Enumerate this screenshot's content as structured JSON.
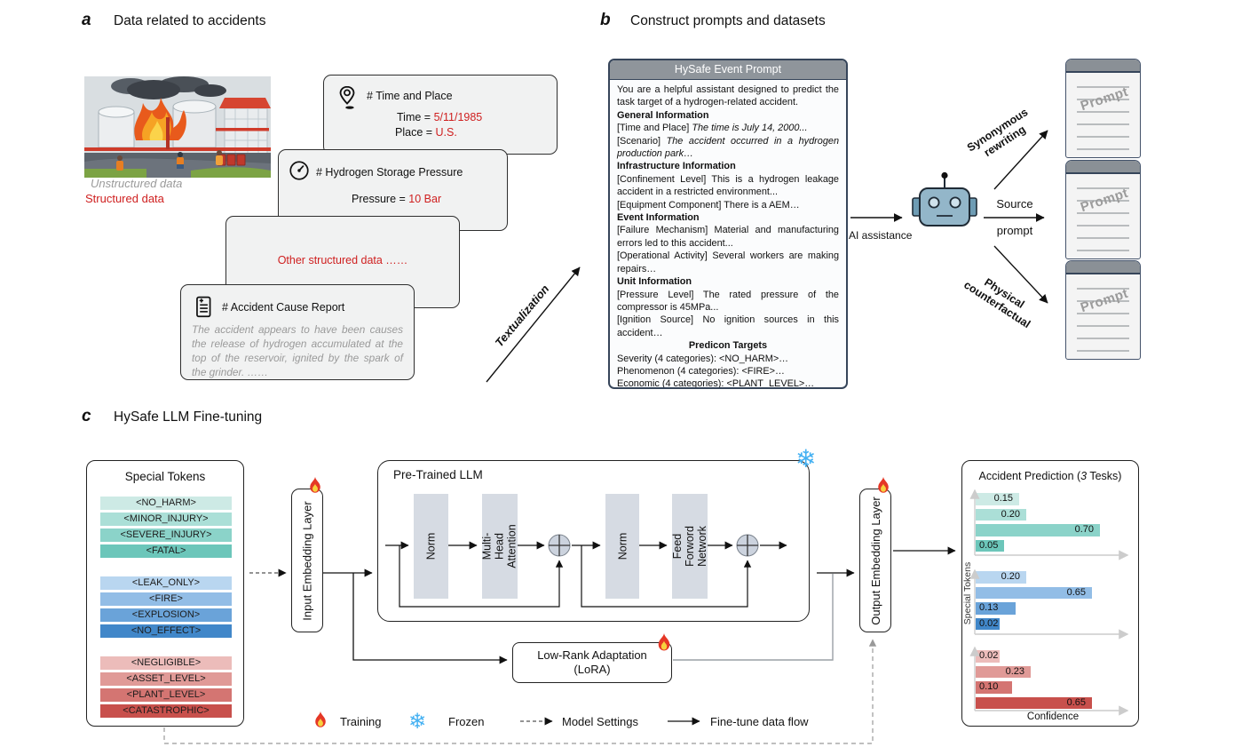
{
  "panel_a": {
    "label": "a",
    "title": "Data related to accidents",
    "unstructured_caption": "Unstructured data",
    "structured_caption": "Structured data",
    "textualization_label": "Textualization",
    "cards": {
      "time_place": {
        "title": "# Time and Place",
        "fields": [
          {
            "key": "Time =",
            "value": "5/11/1985"
          },
          {
            "key": "Place =",
            "value": "U.S."
          }
        ]
      },
      "pressure": {
        "title": "# Hydrogen Storage Pressure",
        "fields": [
          {
            "key": "Pressure =",
            "value": "10 Bar"
          }
        ]
      },
      "other": {
        "text": "Other structured data ……"
      },
      "cause_report": {
        "title": "# Accident Cause Report",
        "body": "The accident appears to have been causes the release of hydrogen accumulated at the top of the reservoir, ignited by the spark of the grinder. ……"
      }
    }
  },
  "panel_b": {
    "label": "b",
    "title": "Construct prompts and datasets",
    "prompt_box": {
      "header": "HySafe Event Prompt",
      "intro": "You are a helpful assistant designed to predict the task target of a hydrogen-related accident.",
      "sections": [
        {
          "heading": "General Information",
          "items": [
            {
              "tag": "[Time and Place]",
              "text": "The time is July 14, 2000...",
              "italic": true
            },
            {
              "tag": "[Scenario]",
              "text": "The accident occurred in a hydrogen production park…",
              "italic": true
            }
          ]
        },
        {
          "heading": "Infrastructure Information",
          "items": [
            {
              "tag": "[Confinement Level]",
              "text": "This is a hydrogen leakage accident in a restricted environment...",
              "italic": false
            },
            {
              "tag": "[Equipment Component]",
              "text": "There is a AEM…",
              "italic": false
            }
          ]
        },
        {
          "heading": "Event Information",
          "items": [
            {
              "tag": "[Failure Mechanism]",
              "text": "Material and manufacturing errors led to this accident...",
              "italic": false
            },
            {
              "tag": "[Operational Activity]",
              "text": "Several workers are making repairs…",
              "italic": false
            }
          ]
        },
        {
          "heading": "Unit Information",
          "items": [
            {
              "tag": "[Pressure Level]",
              "text": "The rated pressure of the compressor is 45MPa...",
              "italic": false
            },
            {
              "tag": "[Ignition Source]",
              "text": "No ignition sources in this accident…",
              "italic": false
            }
          ]
        }
      ],
      "targets_heading": "Predicon Targets",
      "targets": [
        "Severity (4 categories): <NO_HARM>…",
        "Phenomenon (4 categories): <FIRE>…",
        "Economic (4 categories): <PLANT_LEVEL>…"
      ]
    },
    "ai_label": "AI assistance",
    "arrow_up": {
      "line1": "Synonymous",
      "line2": "rewriting"
    },
    "arrow_mid": {
      "line1": "Source",
      "line2": "prompt"
    },
    "arrow_down": {
      "line1": "Physical",
      "line2": "counterfactual"
    },
    "note_label": "Prompt"
  },
  "panel_c": {
    "label": "c",
    "title": "HySafe LLM Fine-tuning",
    "special_tokens": {
      "title": "Special Tokens",
      "groups": [
        {
          "name": "severity",
          "tokens": [
            {
              "text": "<NO_HARM>",
              "color": "#cdeae5"
            },
            {
              "text": "<MINOR_INJURY>",
              "color": "#abdfd7"
            },
            {
              "text": "<SEVERE_INJURY>",
              "color": "#8bd3c9"
            },
            {
              "text": "<FATAL>",
              "color": "#6cc6ba"
            }
          ]
        },
        {
          "name": "phenomenon",
          "tokens": [
            {
              "text": "<LEAK_ONLY>",
              "color": "#b9d6f0"
            },
            {
              "text": "<FIRE>",
              "color": "#92bde6"
            },
            {
              "text": "<EXPLOSION>",
              "color": "#6aa3d9"
            },
            {
              "text": "<NO_EFFECT>",
              "color": "#4187c9"
            }
          ]
        },
        {
          "name": "economic",
          "tokens": [
            {
              "text": "<NEGLIGIBLE>",
              "color": "#ecbcba"
            },
            {
              "text": "<ASSET_LEVEL>",
              "color": "#e09a97"
            },
            {
              "text": "<PLANT_LEVEL>",
              "color": "#d47572"
            },
            {
              "text": "<CATASTROPHIC>",
              "color": "#c8504c"
            }
          ]
        }
      ]
    },
    "input_embedding": "Input Embedding Layer",
    "output_embedding": "Output Embedding Layer",
    "llm": {
      "title": "Pre-Trained LLM",
      "blocks": [
        {
          "lines": "Norm"
        },
        {
          "lines": "Multi-Head\nAttention"
        },
        {
          "lines": "Norm"
        },
        {
          "lines": "Feed Forword\nNetwork"
        }
      ]
    },
    "lora": {
      "line1": "Low-Rank Adaptation",
      "line2": "(LoRA)"
    },
    "legend": [
      {
        "icon": "fire-icon",
        "label": "Training"
      },
      {
        "icon": "snowflake-icon",
        "label": "Frozen"
      },
      {
        "icon": "dashed-arrow-icon",
        "label": "Model Settings"
      },
      {
        "icon": "solid-arrow-icon",
        "label": "Fine-tune data flow"
      }
    ]
  },
  "chart_data": {
    "type": "bar",
    "orientation": "horizontal",
    "title_prefix": "Accident Prediction (",
    "title_italic": "3",
    "title_suffix": " Tesks)",
    "xlabel": "Confidence",
    "ylabel": "Special Tokens",
    "xlim": [
      0,
      0.8
    ],
    "grid": false,
    "series": [
      {
        "name": "Severity",
        "categories": [
          "<NO_HARM>",
          "<MINOR_INJURY>",
          "<SEVERE_INJURY>",
          "<FATAL>"
        ],
        "values": [
          0.15,
          0.2,
          0.7,
          0.05
        ],
        "bar_colors": [
          "#cdeae5",
          "#abdfd7",
          "#8bd3c9",
          "#6cc6ba"
        ]
      },
      {
        "name": "Phenomenon",
        "categories": [
          "<LEAK_ONLY>",
          "<FIRE>",
          "<EXPLOSION>",
          "<NO_EFFECT>"
        ],
        "values": [
          0.2,
          0.65,
          0.13,
          0.02
        ],
        "bar_colors": [
          "#b9d6f0",
          "#92bde6",
          "#6aa3d9",
          "#4187c9"
        ]
      },
      {
        "name": "Economic",
        "categories": [
          "<NEGLIGIBLE>",
          "<ASSET_LEVEL>",
          "<PLANT_LEVEL>",
          "<CATASTROPHIC>"
        ],
        "values": [
          0.02,
          0.23,
          0.1,
          0.65
        ],
        "bar_colors": [
          "#ecbcba",
          "#e09a97",
          "#d47572",
          "#c8504c"
        ]
      }
    ]
  }
}
